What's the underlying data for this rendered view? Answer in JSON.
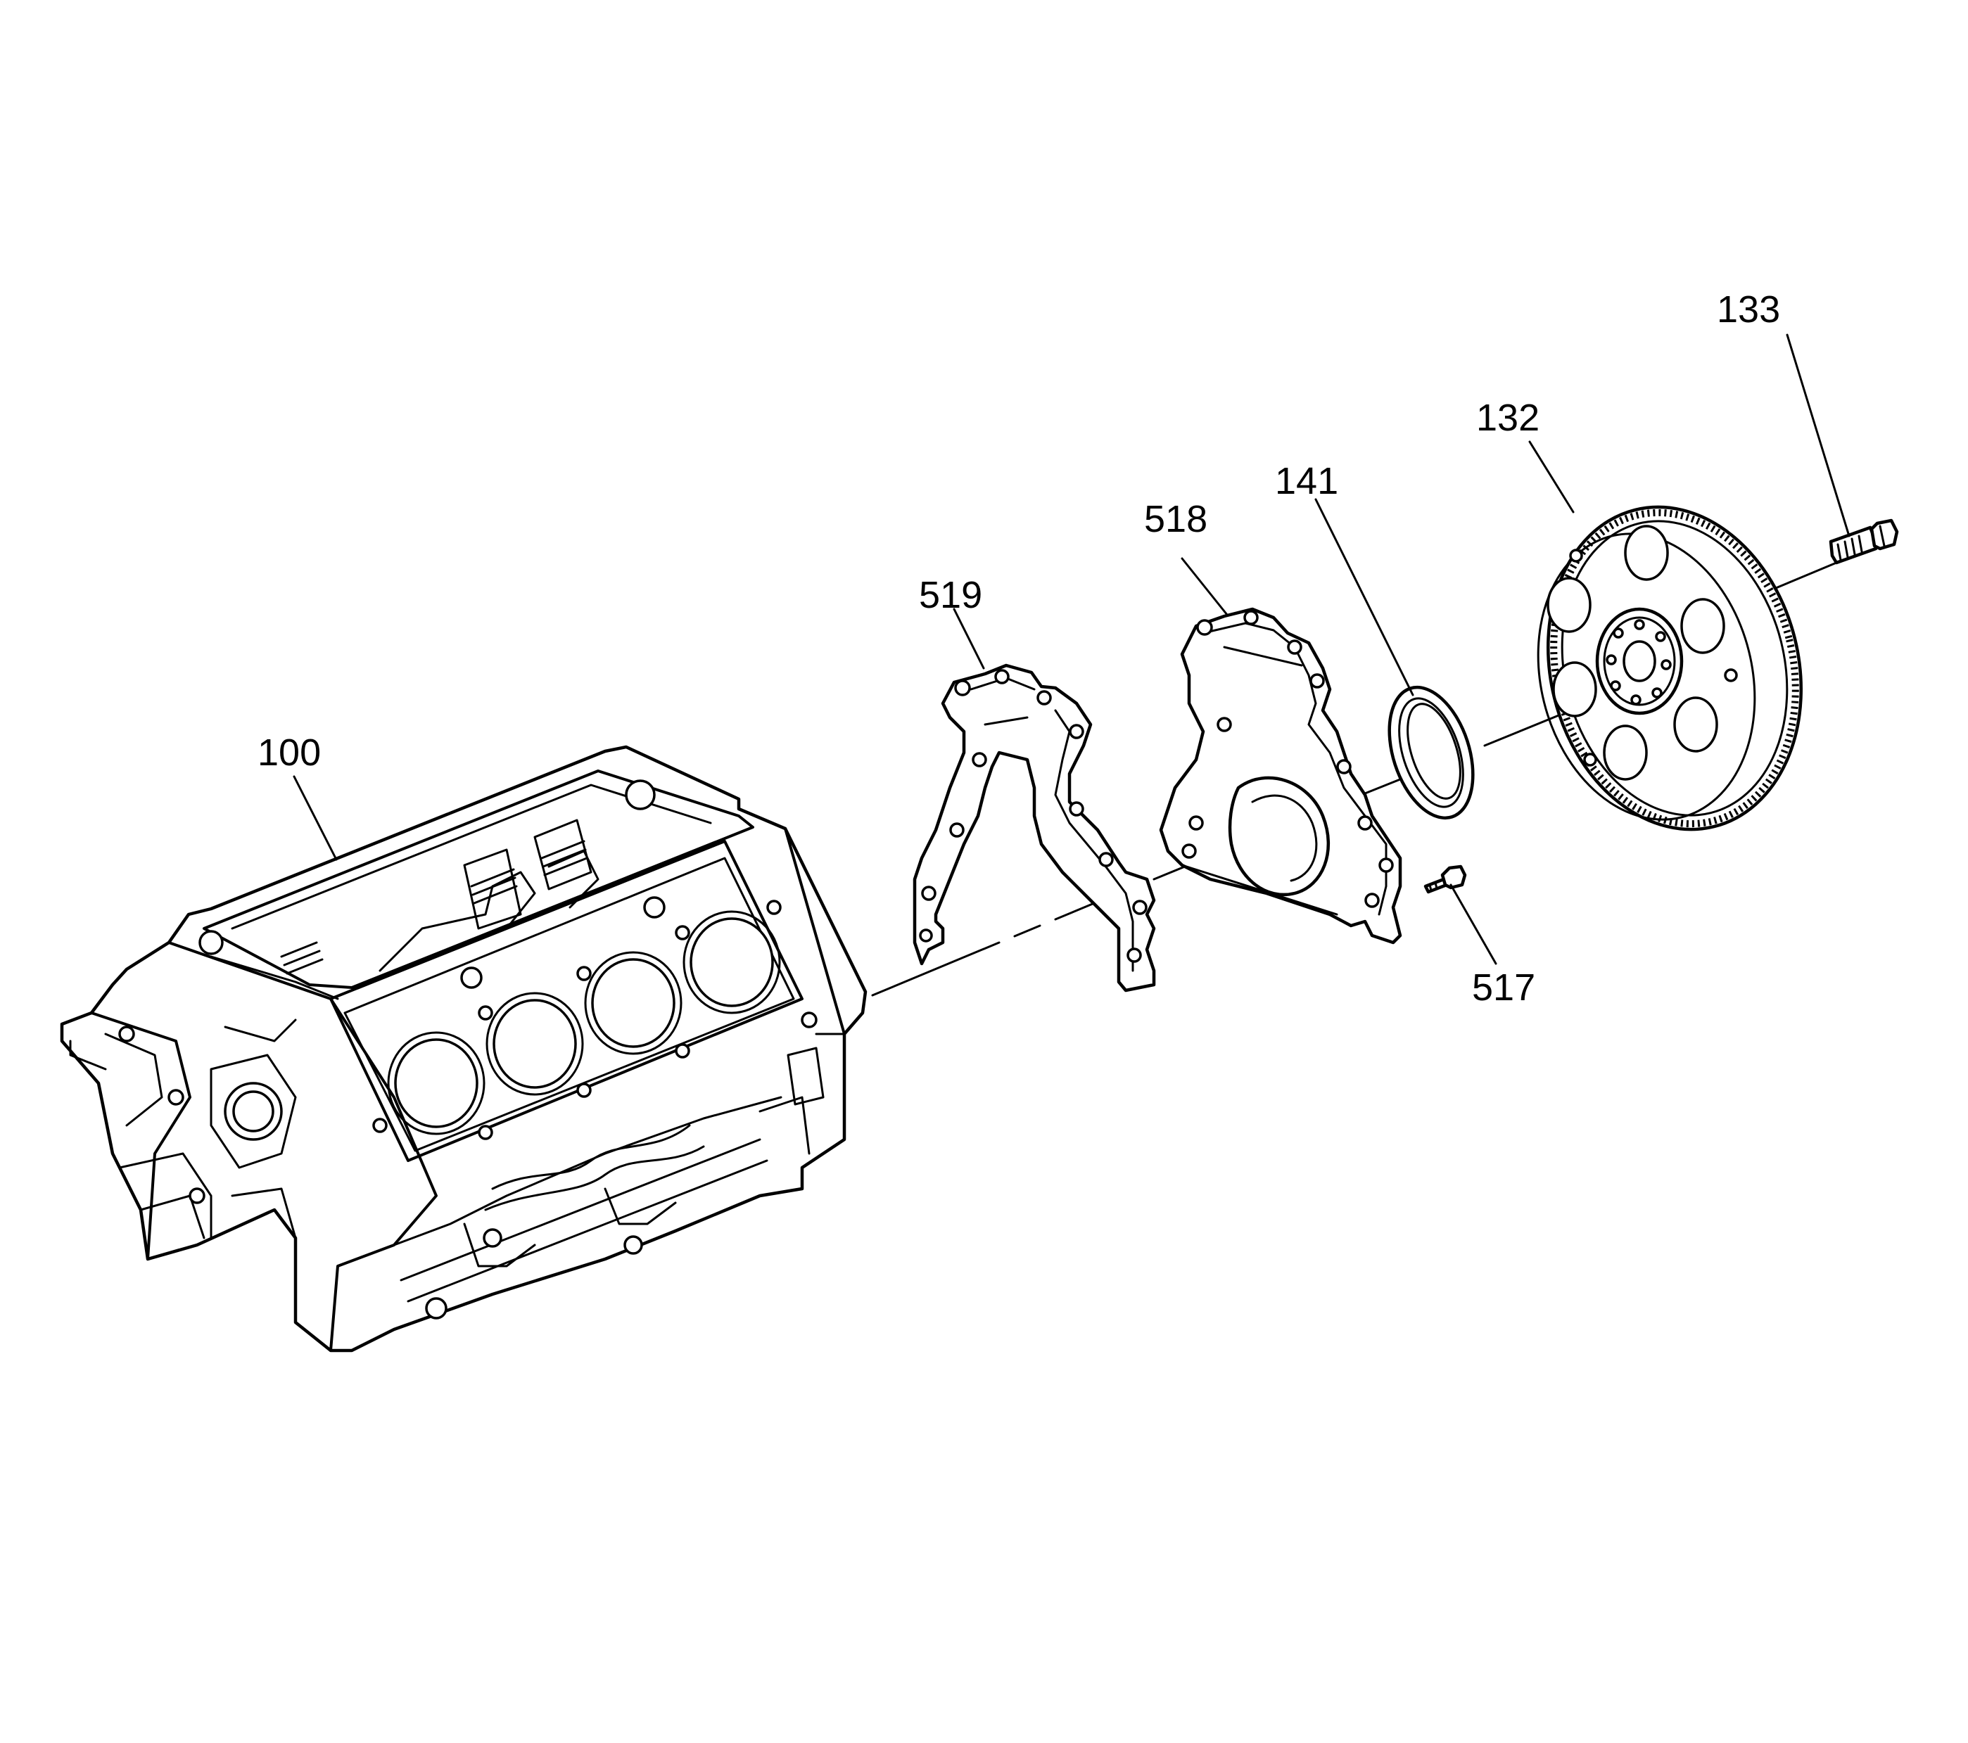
{
  "callouts": {
    "block": "100",
    "flywheel": "132",
    "bolt_flywheel": "133",
    "rear_seal": "141",
    "bolt_housing": "517",
    "housing": "518",
    "gasket": "519"
  },
  "icons": {
    "engine_block": "engine-block-icon",
    "gasket": "gasket-icon",
    "rear_cover": "rear-cover-icon",
    "oil_seal": "oil-seal-icon",
    "flexplate": "flexplate-icon",
    "bolt": "bolt-icon"
  },
  "colors": {
    "line": "#000000",
    "background": "#ffffff"
  }
}
